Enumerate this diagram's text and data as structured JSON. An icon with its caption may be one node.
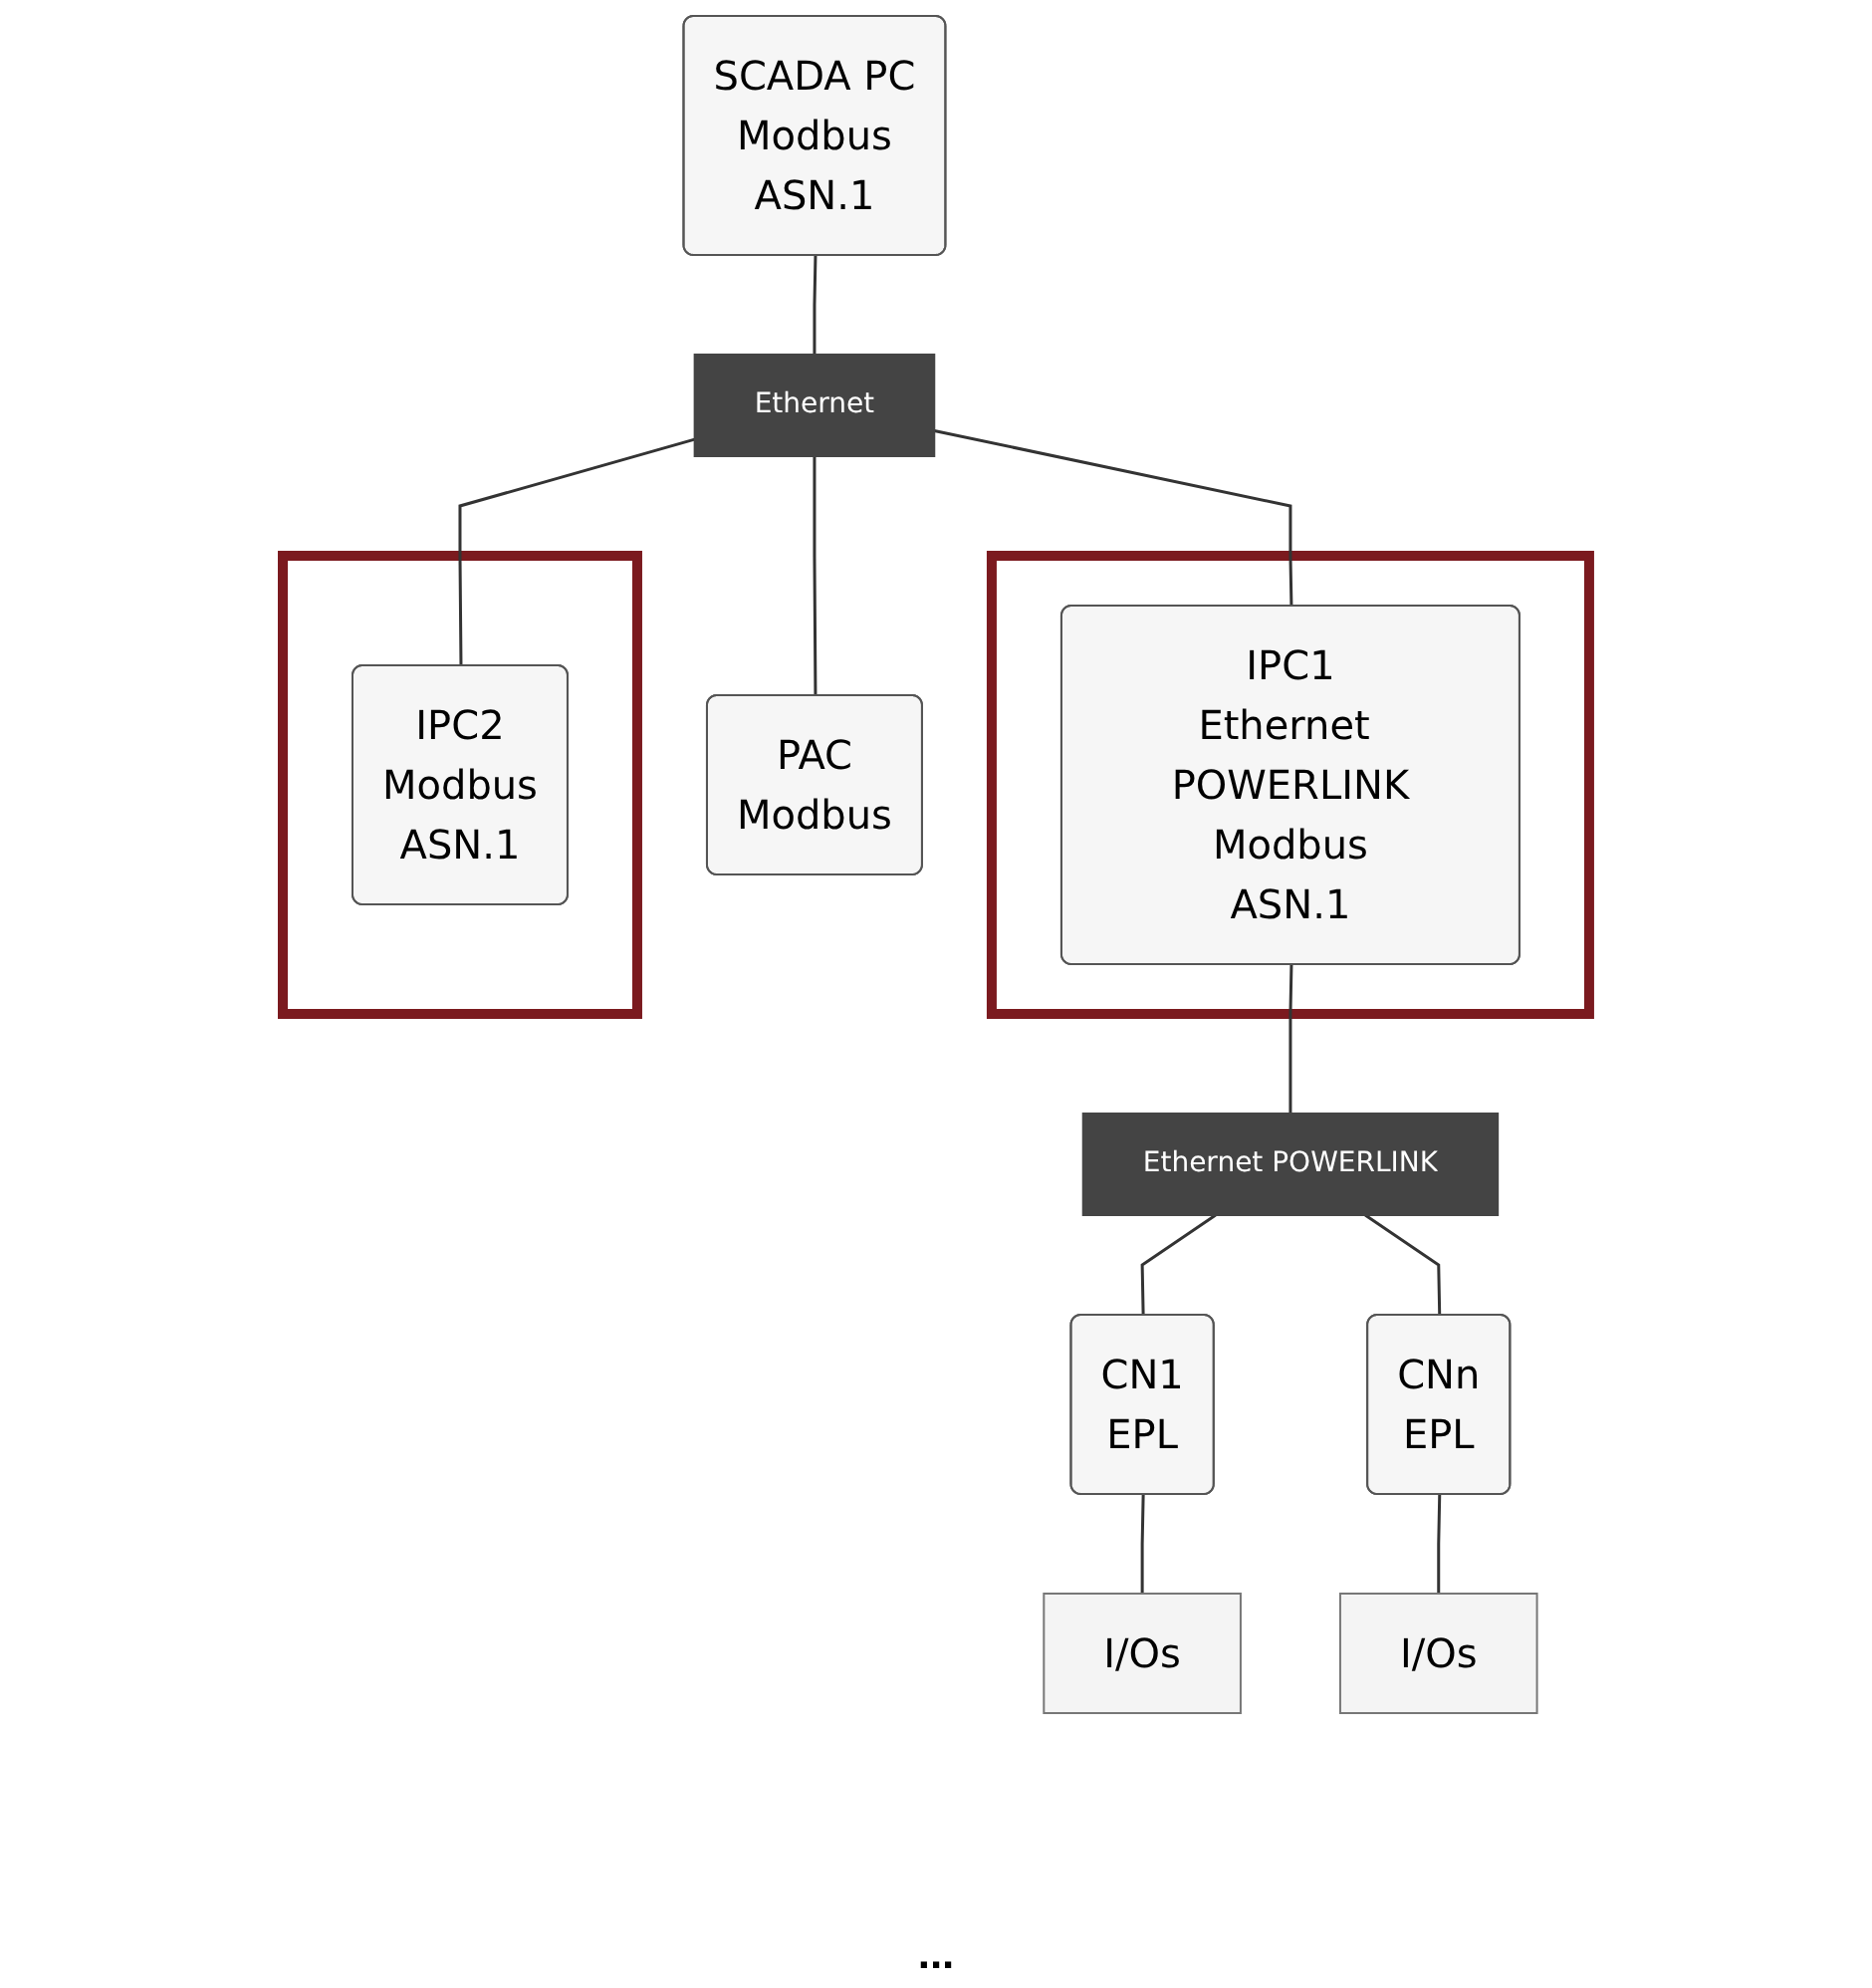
{
  "diagram": {
    "nodes": [
      {
        "text": [
          "SCADA PC",
          "Modbus",
          "ASN.1"
        ]
      },
      {
        "text": [
          "Ethernet"
        ]
      },
      {
        "text": [],
        "shape": "box"
      },
      {
        "text": [
          "IPC1",
          "Ethernet POWERLINK",
          "Modbus",
          "ASN.1"
        ],
        "in": 2
      },
      {
        "text": [],
        "shape": "box"
      },
      {
        "text": [
          "IPC2",
          "Modbus",
          "ASN.1"
        ],
        "in": 4
      },
      {
        "text": [
          "PAC",
          "Modbus"
        ]
      },
      {
        "text": [
          "Ethernet POWERLINK"
        ]
      },
      {
        "text": [
          "CN1",
          "EPL"
        ]
      },
      {
        "text": [
          "CNn",
          "EPL"
        ]
      },
      {
        "text": [
          "I/Os"
        ]
      },
      {
        "text": [
          "I/Os"
        ]
      }
    ],
    "edges": [
      {
        "from": 0,
        "to": 1,
        "arrow": "none"
      },
      {
        "from": 1,
        "to": 3,
        "arrow": "none"
      },
      {
        "from": 1,
        "to": 5,
        "arrow": "none"
      },
      {
        "from": 1,
        "to": 6,
        "arrow": "none"
      },
      {
        "from": 3,
        "to": 7,
        "arrow": "none"
      },
      {
        "from": 7,
        "to": 8,
        "arrow": "none"
      },
      {
        "from": 7,
        "to": 9,
        "arrow": "none"
      },
      {
        "from": 8,
        "to": 10,
        "arrow": "none"
      },
      {
        "from": 9,
        "to": 11,
        "arrow": "none"
      }
    ],
    "labels": [
      "..."
    ]
  }
}
